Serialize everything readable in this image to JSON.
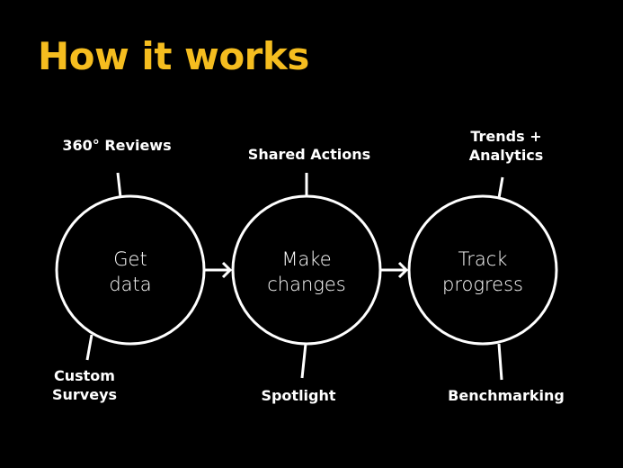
{
  "title": "How it works",
  "steps": [
    {
      "line1": "Get",
      "line2": "data"
    },
    {
      "line1": "Make",
      "line2": "changes"
    },
    {
      "line1": "Track",
      "line2": "progress"
    }
  ],
  "labels": {
    "reviews": "360° Reviews",
    "surveys_1": "Custom",
    "surveys_2": "Surveys",
    "shared_actions": "Shared Actions",
    "spotlight": "Spotlight",
    "trends_1": "Trends +",
    "trends_2": "Analytics",
    "benchmarking": "Benchmarking"
  },
  "colors": {
    "title": "#f5bd1f",
    "background": "#000000",
    "stroke": "#ffffff"
  }
}
